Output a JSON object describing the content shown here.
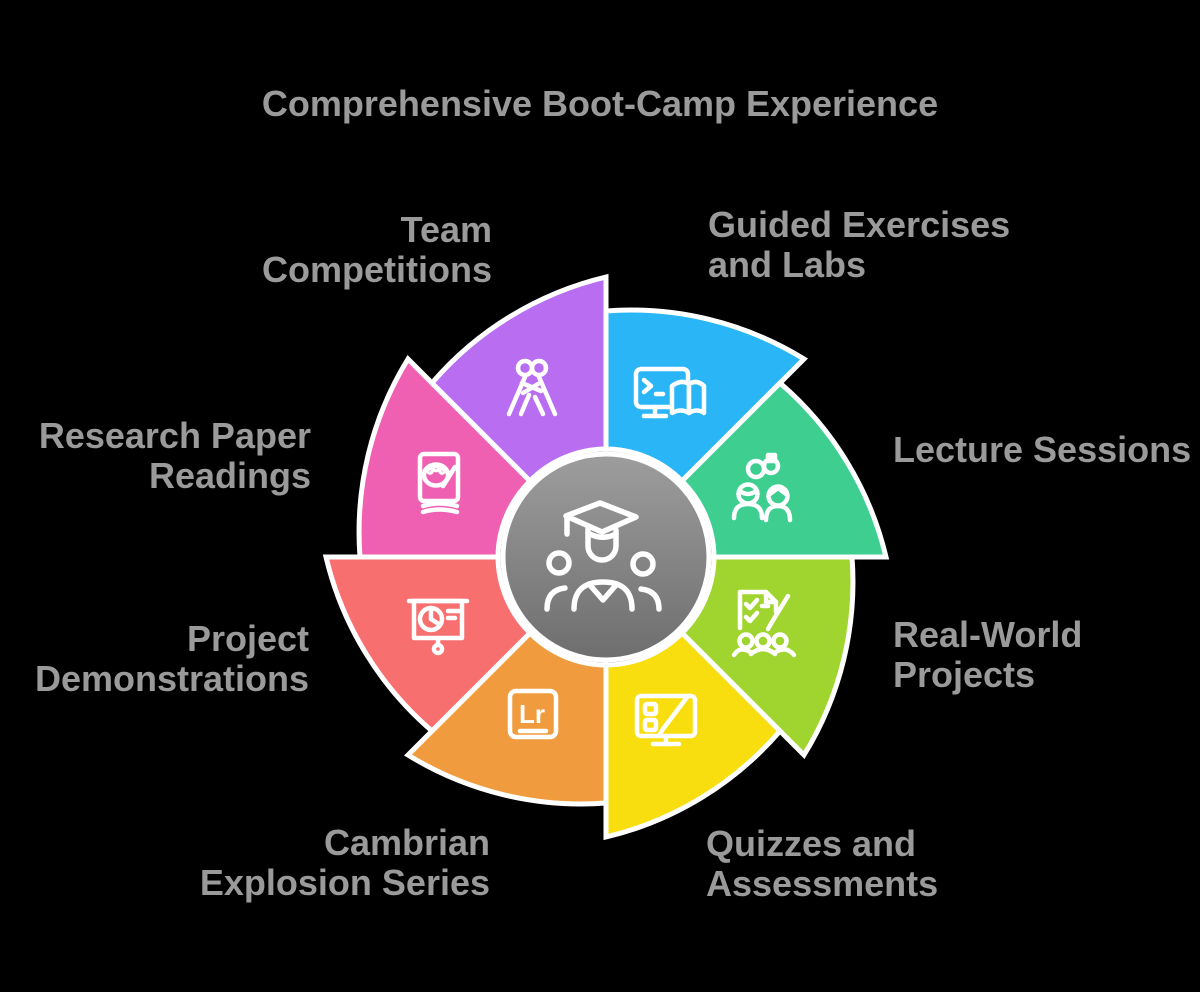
{
  "title": "Comprehensive Boot-Camp Experience",
  "center": {
    "icon": "graduation-group-icon"
  },
  "colors": {
    "background": "#000000",
    "text": "#9A9A9A",
    "divider": "#FFFFFF",
    "center_top": "#9D9D9D",
    "center_bottom": "#6E6E6E"
  },
  "petals": [
    {
      "id": "guided-exercises-labs",
      "label_line1": "Guided Exercises",
      "label_line2": "and Labs",
      "color": "#29B5F6",
      "icon": "monitor-code-book-icon"
    },
    {
      "id": "lecture-sessions",
      "label_line1": "Lecture Sessions",
      "label_line2": "",
      "color": "#3DCE90",
      "icon": "people-rings-icon"
    },
    {
      "id": "real-world-projects",
      "label_line1": "Real-World",
      "label_line2": "Projects",
      "color": "#A0D42E",
      "icon": "checklist-audience-icon"
    },
    {
      "id": "quizzes-assessments",
      "label_line1": "Quizzes and",
      "label_line2": "Assessments",
      "color": "#F9DE0F",
      "icon": "screen-edit-icon"
    },
    {
      "id": "cambrian-explosion-series",
      "label_line1": "Cambrian",
      "label_line2": "Explosion Series",
      "color": "#F09C3E",
      "icon": "lr-badge-icon"
    },
    {
      "id": "project-demonstrations",
      "label_line1": "Project",
      "label_line2": "Demonstrations",
      "color": "#F76F6F",
      "icon": "presentation-chart-icon"
    },
    {
      "id": "research-paper-readings",
      "label_line1": "Research Paper",
      "label_line2": "Readings",
      "color": "#EF5FB2",
      "icon": "art-book-icon"
    },
    {
      "id": "team-competitions",
      "label_line1": "Team",
      "label_line2": "Competitions",
      "color": "#B96EF2",
      "icon": "wrestlers-icon"
    }
  ]
}
